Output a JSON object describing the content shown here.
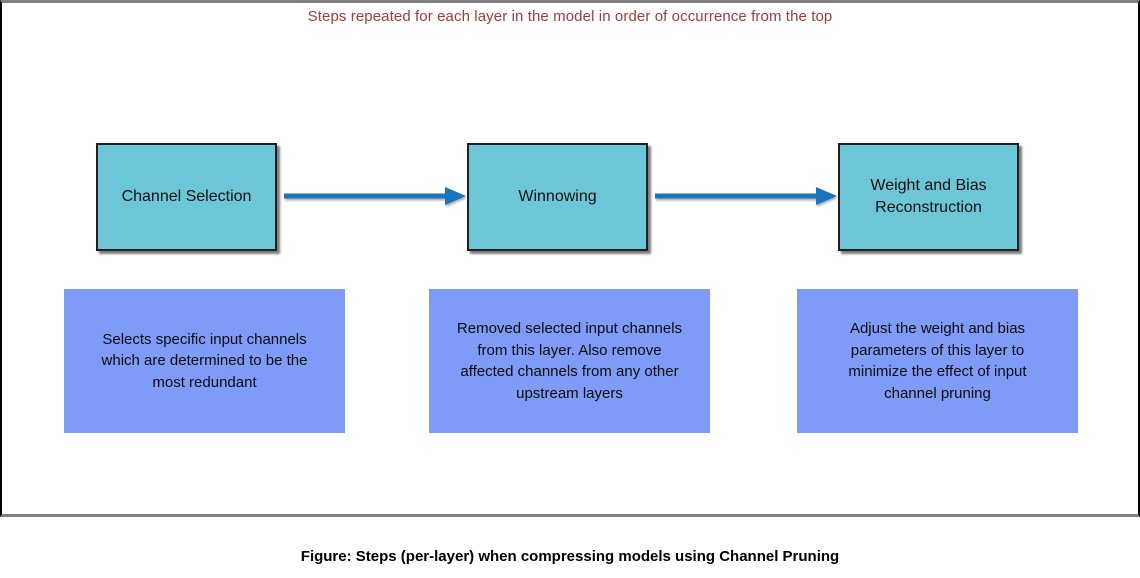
{
  "title": "Steps repeated for each layer in the model in order of occurrence from the top",
  "caption": "Figure: Steps (per-layer) when compressing models using Channel Pruning",
  "colors": {
    "title_text": "#9e3d38",
    "step_fill": "#6dc5d8",
    "step_border": "#1f1f1f",
    "detail_fill": "#7d9bf7",
    "arrow": "#1b75bc",
    "frame_edge_horizontal": "#808080",
    "frame_edge_vertical": "#000000"
  },
  "steps": [
    {
      "label": "Channel Selection",
      "description": "Selects specific input channels\nwhich are determined to be the\nmost redundant"
    },
    {
      "label": "Winnowing",
      "description": "Removed selected input channels\nfrom this layer. Also remove\naffected channels from any other\nupstream layers"
    },
    {
      "label": "Weight and Bias\nReconstruction",
      "description": "Adjust the weight and bias\nparameters of this layer to\nminimize the effect of input\nchannel pruning"
    }
  ]
}
